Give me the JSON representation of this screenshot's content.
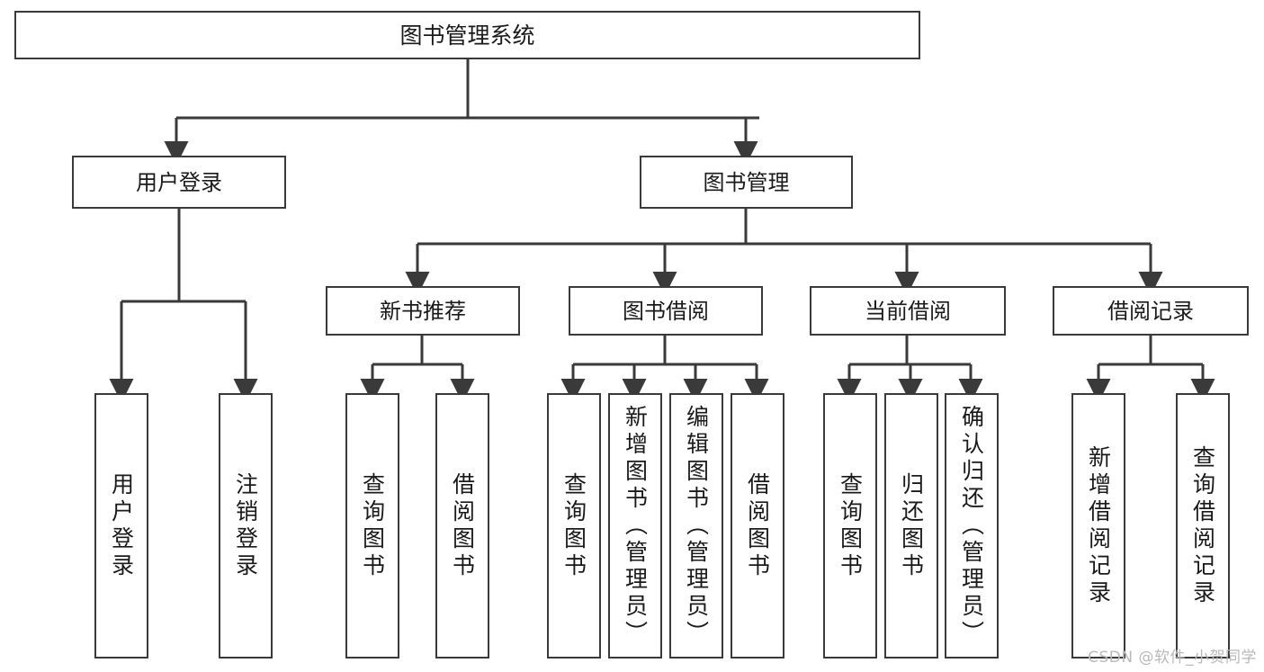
{
  "diagram": {
    "title": "图书管理系统",
    "type": "tree-hierarchy-diagram",
    "watermark": "CSDN @软件_小贺同学",
    "colors": {
      "background": "#ffffff",
      "box_border": "#3a3a3a",
      "edge": "#3a3a3a",
      "text": "#1a1a1a",
      "watermark": "#b9b9b9"
    },
    "root": {
      "label": "图书管理系统"
    },
    "level2": [
      {
        "label": "用户登录"
      },
      {
        "label": "图书管理"
      }
    ],
    "level3": [
      {
        "label": "新书推荐"
      },
      {
        "label": "图书借阅"
      },
      {
        "label": "当前借阅"
      },
      {
        "label": "借阅记录"
      }
    ],
    "leaves": {
      "user_login": [
        {
          "label": "用户登录"
        },
        {
          "label": "注销登录"
        }
      ],
      "new_book_recommend": [
        {
          "label": "查询图书"
        },
        {
          "label": "借阅图书"
        }
      ],
      "book_borrow": [
        {
          "label": "查询图书"
        },
        {
          "label": "新增图书（管理员）"
        },
        {
          "label": "编辑图书（管理员）"
        },
        {
          "label": "借阅图书"
        }
      ],
      "current_borrow": [
        {
          "label": "查询图书"
        },
        {
          "label": "归还图书"
        },
        {
          "label": "确认归还（管理员）"
        }
      ],
      "borrow_record": [
        {
          "label": "新增借阅记录"
        },
        {
          "label": "查询借阅记录"
        }
      ]
    }
  }
}
